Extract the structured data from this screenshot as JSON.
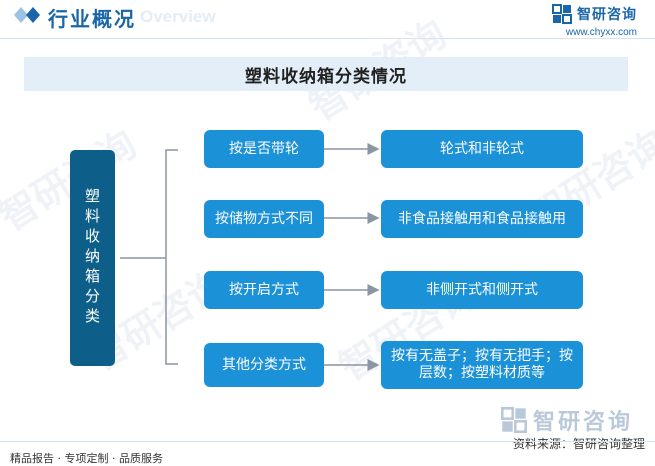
{
  "header": {
    "title": "行业概况",
    "ghost_text": "Overview",
    "brand_name": "智研咨询",
    "brand_url": "www.chyxx.com"
  },
  "diagram": {
    "title": "塑料收纳箱分类情况",
    "root": "塑料收纳箱分类",
    "rows": [
      {
        "category": "按是否带轮",
        "result": "轮式和非轮式"
      },
      {
        "category": "按储物方式不同",
        "result": "非食品接触用和食品接触用"
      },
      {
        "category": "按开启方式",
        "result": "非侧开式和侧开式"
      },
      {
        "category": "其他分类方式",
        "result": "按有无盖子；按有无把手；按层数；按塑料材质等"
      }
    ]
  },
  "watermark": {
    "text": "智研咨询"
  },
  "footer": {
    "left": "精品报告 · 专项定制 · 品质服务",
    "source": "资料来源：智研咨询整理",
    "brand_name": "智研咨询"
  },
  "colors": {
    "accent": "#1a66a8",
    "root_box": "#0d5f8a",
    "node_box": "#1b91d8",
    "band": "#e4eef8"
  }
}
